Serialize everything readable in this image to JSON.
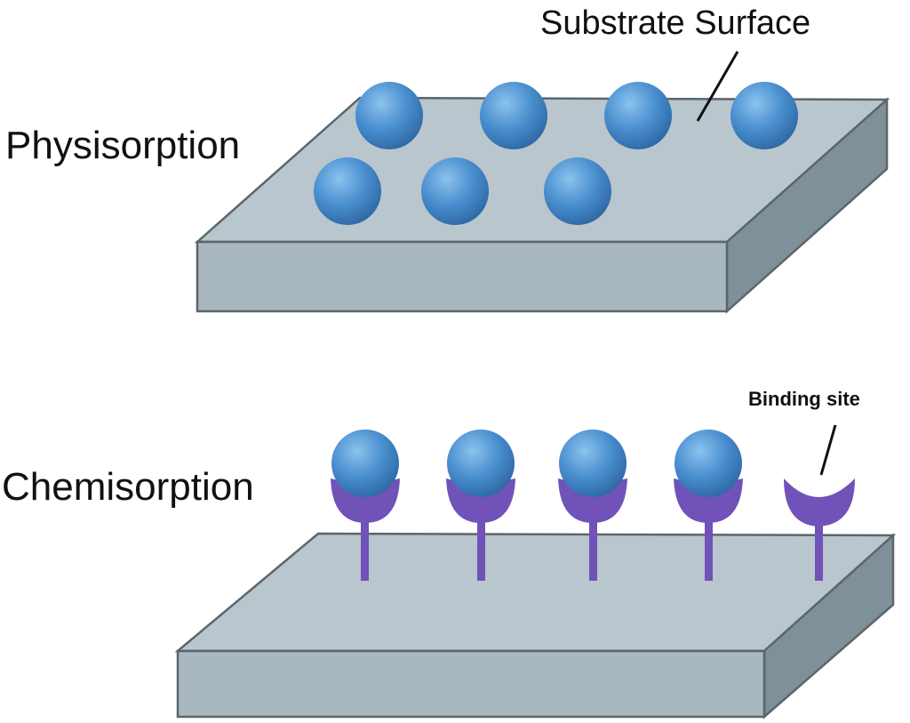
{
  "labels": {
    "substrate_surface": "Substrate Surface",
    "physisorption": "Physisorption",
    "chemisorption": "Chemisorption",
    "binding_site": "Binding site"
  },
  "physisorption_molecule_count": 7,
  "chemisorption_linker_count": 5,
  "chemisorption_occupied_sites": 4,
  "colors": {
    "substrate_top": "#b9c6cd",
    "substrate_front": "#a9b7bf",
    "substrate_side": "#7f9098",
    "substrate_outline": "#5b666c",
    "molecule": "#3f86c8",
    "molecule_highlight": "#7fb8ea",
    "linker": "#7052b8"
  }
}
